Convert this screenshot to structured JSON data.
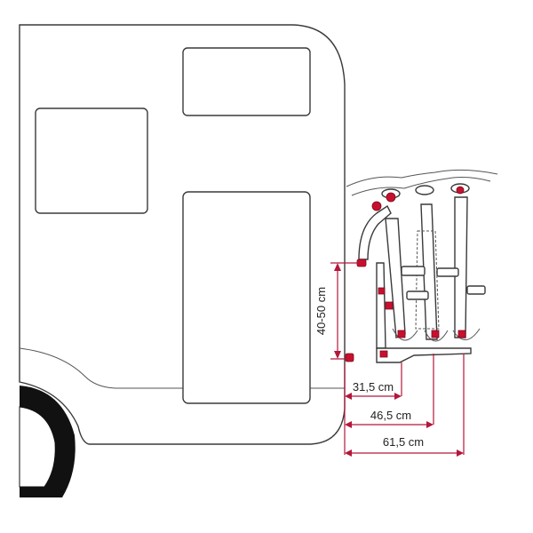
{
  "diagram": {
    "colors": {
      "outline": "#3a3a3a",
      "dimension_line": "#b3173a",
      "accent_part": "#c8102e",
      "wheel": "#111111",
      "background": "#ffffff"
    },
    "dimensions": {
      "height_range": {
        "label": "40-50 cm"
      },
      "depths": [
        {
          "label": "31,5 cm"
        },
        {
          "label": "46,5 cm"
        },
        {
          "label": "61,5 cm"
        }
      ]
    }
  }
}
